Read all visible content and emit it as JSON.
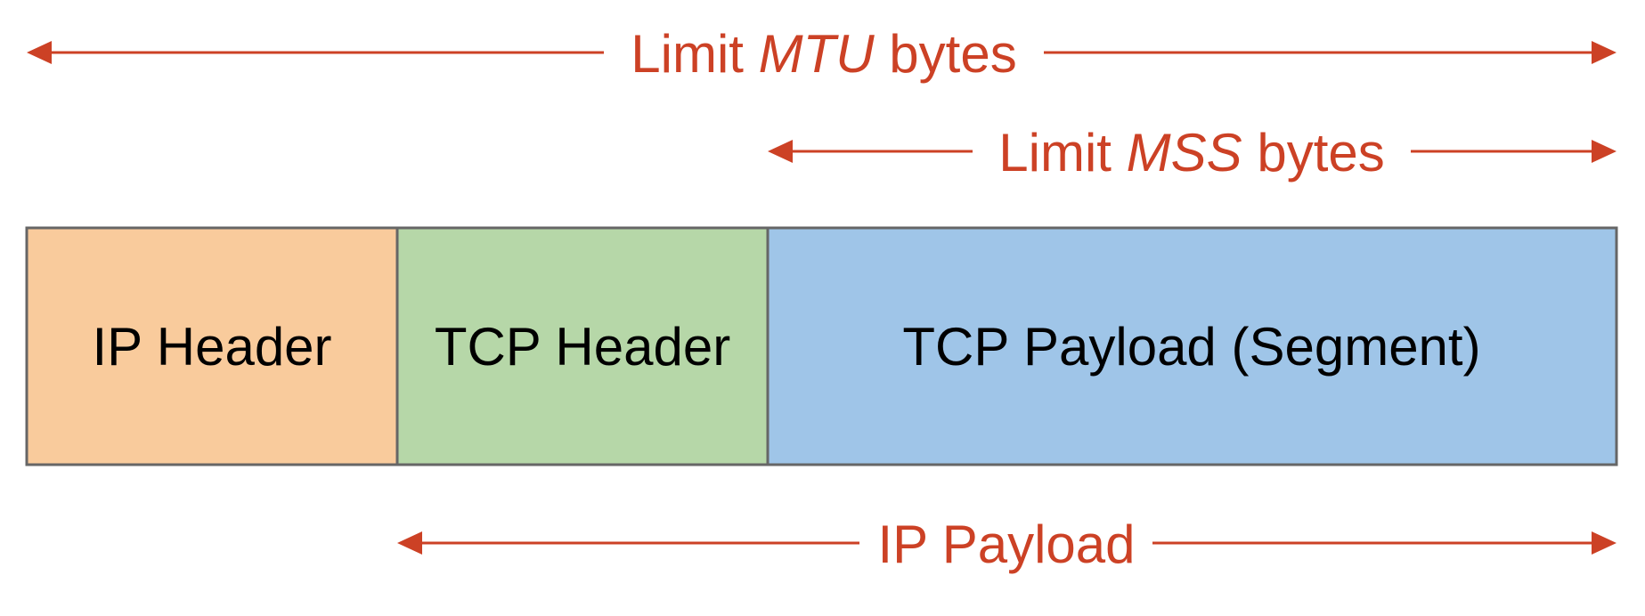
{
  "colors": {
    "accent": "#cc4125",
    "outline": "#666666",
    "text": "#000000"
  },
  "arrows": {
    "mtu": {
      "prefix": "Limit ",
      "emphasis": "MTU",
      "suffix": " bytes"
    },
    "mss": {
      "prefix": "Limit ",
      "emphasis": "MSS",
      "suffix": " bytes"
    },
    "ip_payload": {
      "label": "IP Payload"
    }
  },
  "segments": [
    {
      "label": "IP Header",
      "color": "#f9cb9c"
    },
    {
      "label": "TCP Header",
      "color": "#b6d7a8"
    },
    {
      "label": "TCP Payload (Segment)",
      "color": "#9fc5e8"
    }
  ]
}
